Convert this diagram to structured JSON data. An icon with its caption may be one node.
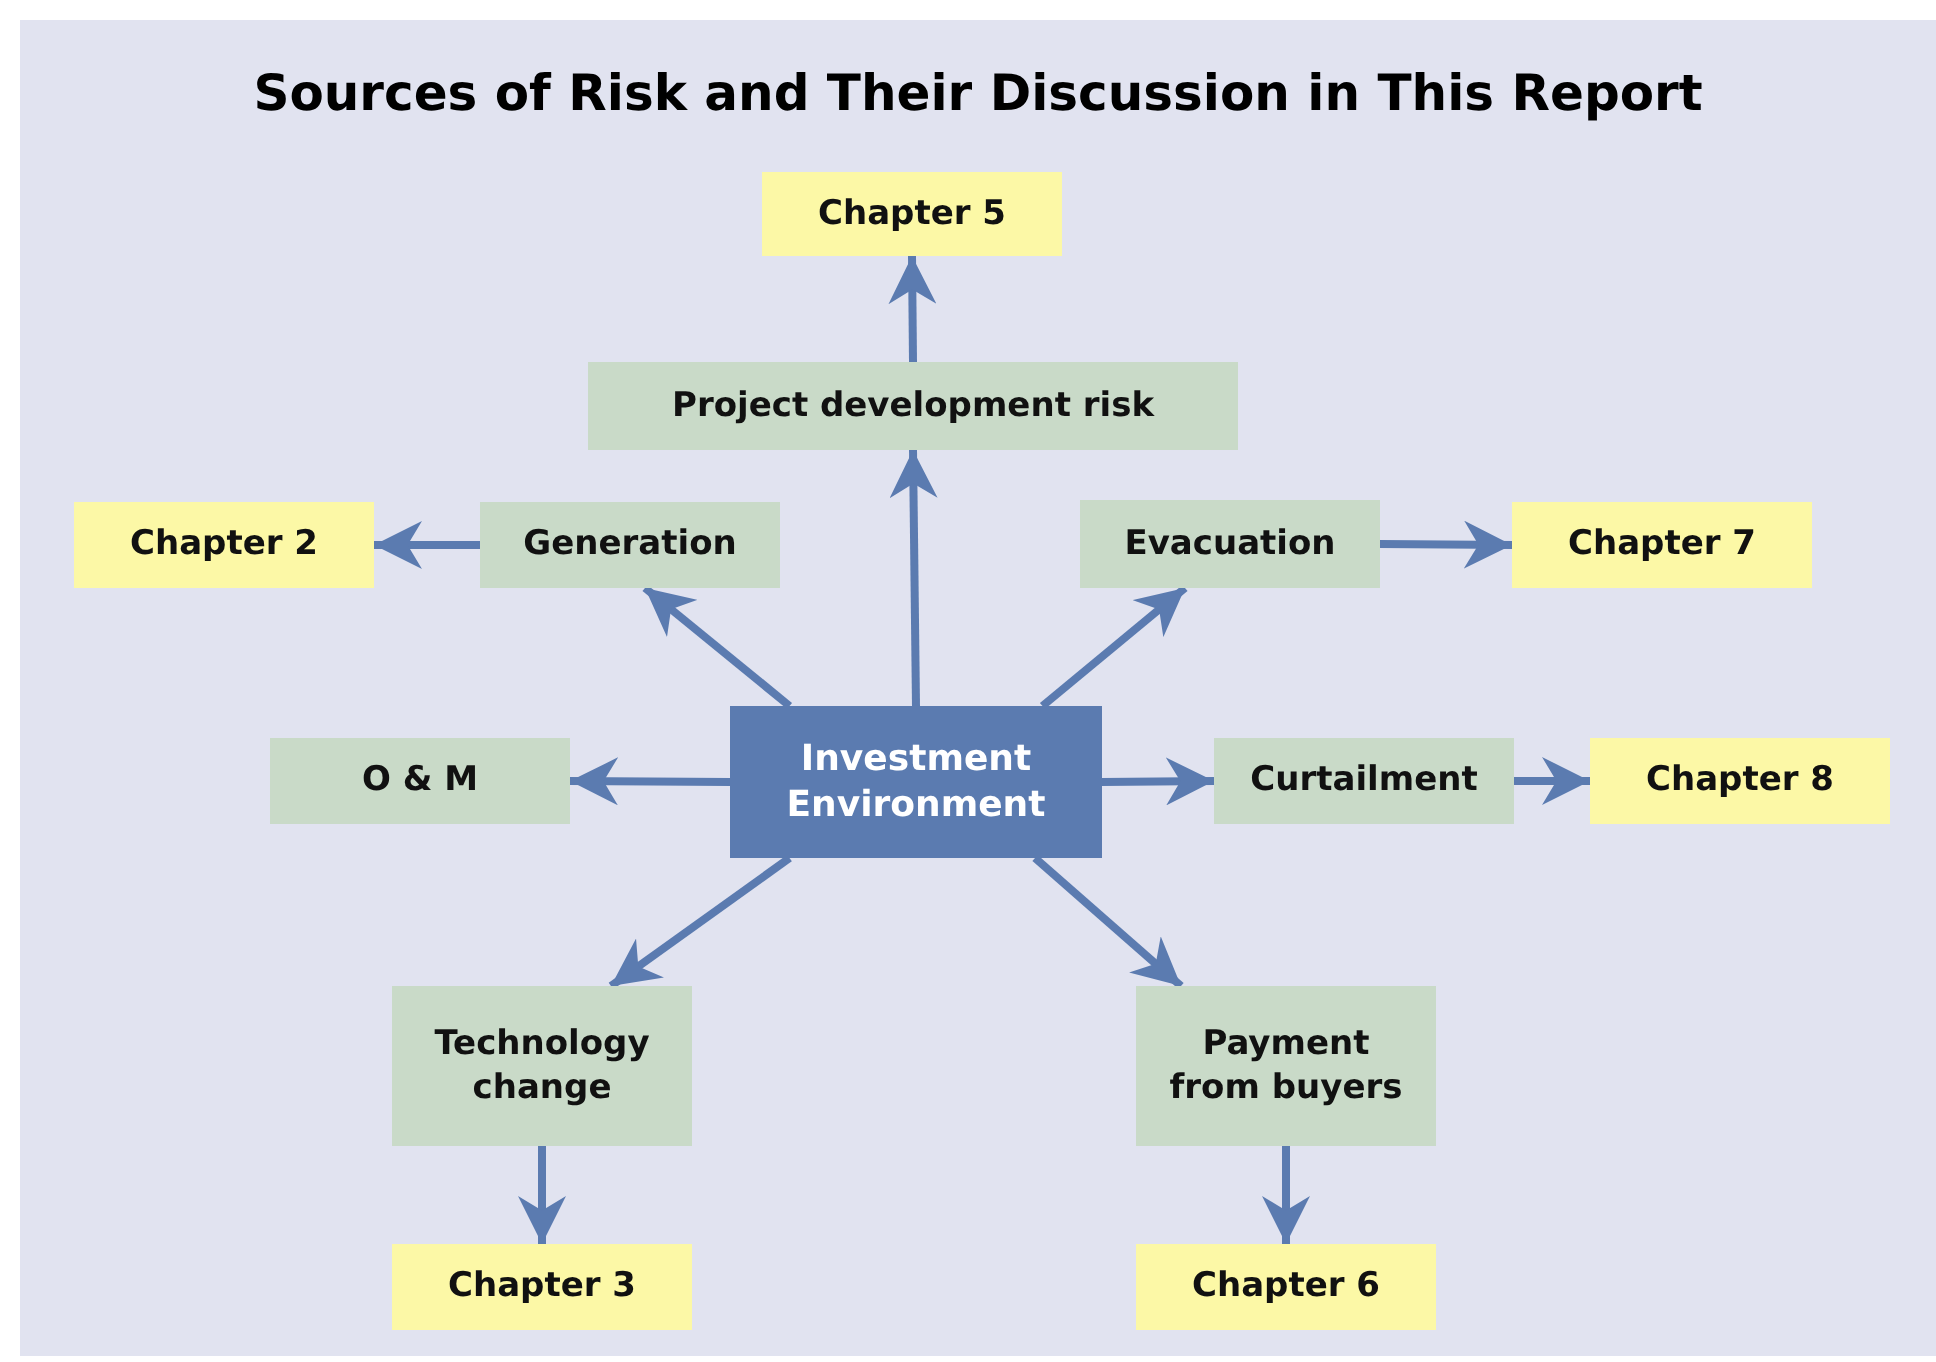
{
  "diagram": {
    "title": "Sources of Risk and Their Discussion in This Report",
    "nodes": [
      {
        "text": [
          "Investment Environment"
        ]
      },
      {
        "text": [
          "Project development risk"
        ]
      },
      {
        "text": [
          "Chapter 5"
        ]
      },
      {
        "text": [
          "Generation"
        ]
      },
      {
        "text": [
          "Chapter 2"
        ]
      },
      {
        "text": [
          "Evacuation"
        ]
      },
      {
        "text": [
          "Chapter 7"
        ]
      },
      {
        "text": [
          "O & M"
        ]
      },
      {
        "text": [
          "Curtailment"
        ]
      },
      {
        "text": [
          "Chapter 8"
        ]
      },
      {
        "text": [
          "Technology change"
        ]
      },
      {
        "text": [
          "Chapter 3"
        ]
      },
      {
        "text": [
          "Payment from buyers"
        ]
      },
      {
        "text": [
          "Chapter 6"
        ]
      }
    ],
    "edges": [
      {
        "from": 0,
        "to": 1,
        "arrow": "to"
      },
      {
        "from": 1,
        "to": 2,
        "arrow": "to"
      },
      {
        "from": 0,
        "to": 3,
        "arrow": "to"
      },
      {
        "from": 3,
        "to": 4,
        "arrow": "to"
      },
      {
        "from": 0,
        "to": 5,
        "arrow": "to"
      },
      {
        "from": 5,
        "to": 6,
        "arrow": "to"
      },
      {
        "from": 0,
        "to": 7,
        "arrow": "to"
      },
      {
        "from": 0,
        "to": 8,
        "arrow": "to"
      },
      {
        "from": 8,
        "to": 9,
        "arrow": "to"
      },
      {
        "from": 0,
        "to": 10,
        "arrow": "to"
      },
      {
        "from": 10,
        "to": 11,
        "arrow": "to"
      },
      {
        "from": 0,
        "to": 12,
        "arrow": "to"
      },
      {
        "from": 12,
        "to": 13,
        "arrow": "to"
      }
    ]
  }
}
